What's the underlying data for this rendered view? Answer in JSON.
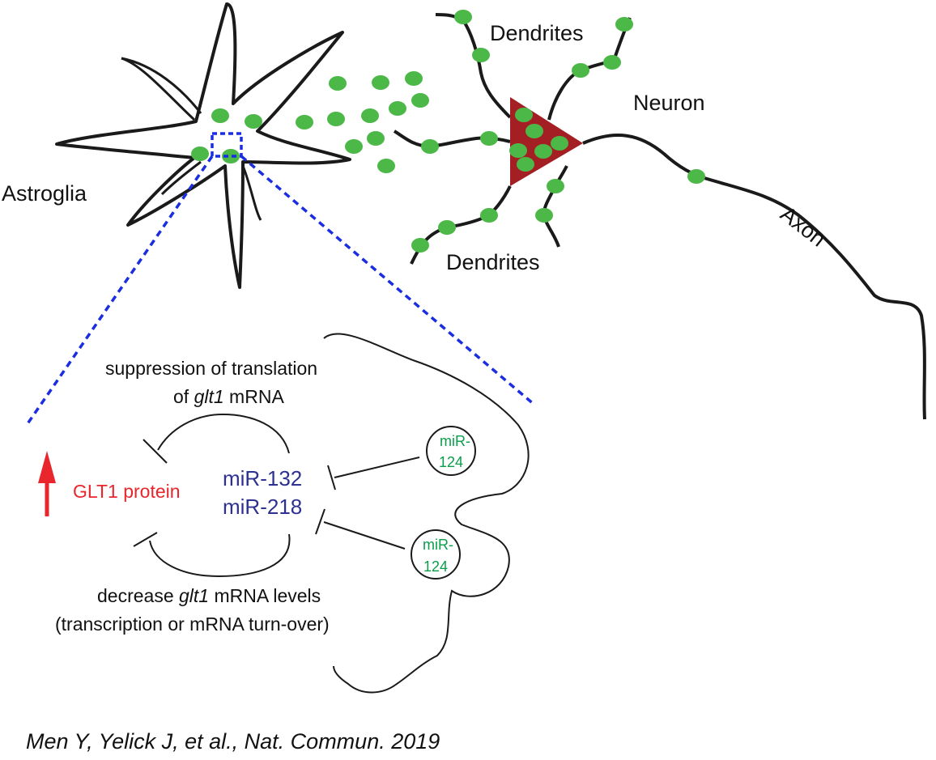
{
  "labels": {
    "astroglia": "Astroglia",
    "neuron": "Neuron",
    "dendrites_top": "Dendrites",
    "dendrites_bottom": "Dendrites",
    "axon": "Axon"
  },
  "pathway": {
    "suppression": {
      "line1": "suppression of translation",
      "line2_prefix": "of ",
      "line2_gene": "glt1",
      "line2_suffix": " mRNA"
    },
    "decrease": {
      "line1_prefix": "decrease ",
      "line1_gene": "glt1",
      "line1_suffix": " mRNA levels",
      "line2": "(transcription or mRNA turn-over)"
    },
    "glt1_protein": "GLT1 protein",
    "mir_132": "miR-132",
    "mir_218": "miR-218",
    "vesicle_top": {
      "line1": "miR-",
      "line2": "124"
    },
    "vesicle_bottom": {
      "line1": "miR-",
      "line2": "124"
    }
  },
  "citation": "Men Y, Yelick J, et al., Nat. Commun. 2019",
  "colors": {
    "outline": "#1a1a1a",
    "vesicle_green": "#4cb848",
    "soma_red": "#a31f24",
    "zoom_blue": "#1a2ee0",
    "protein_red": "#e8262b",
    "mir_blue": "#2e3192",
    "mir124_green": "#0a9e4a"
  }
}
